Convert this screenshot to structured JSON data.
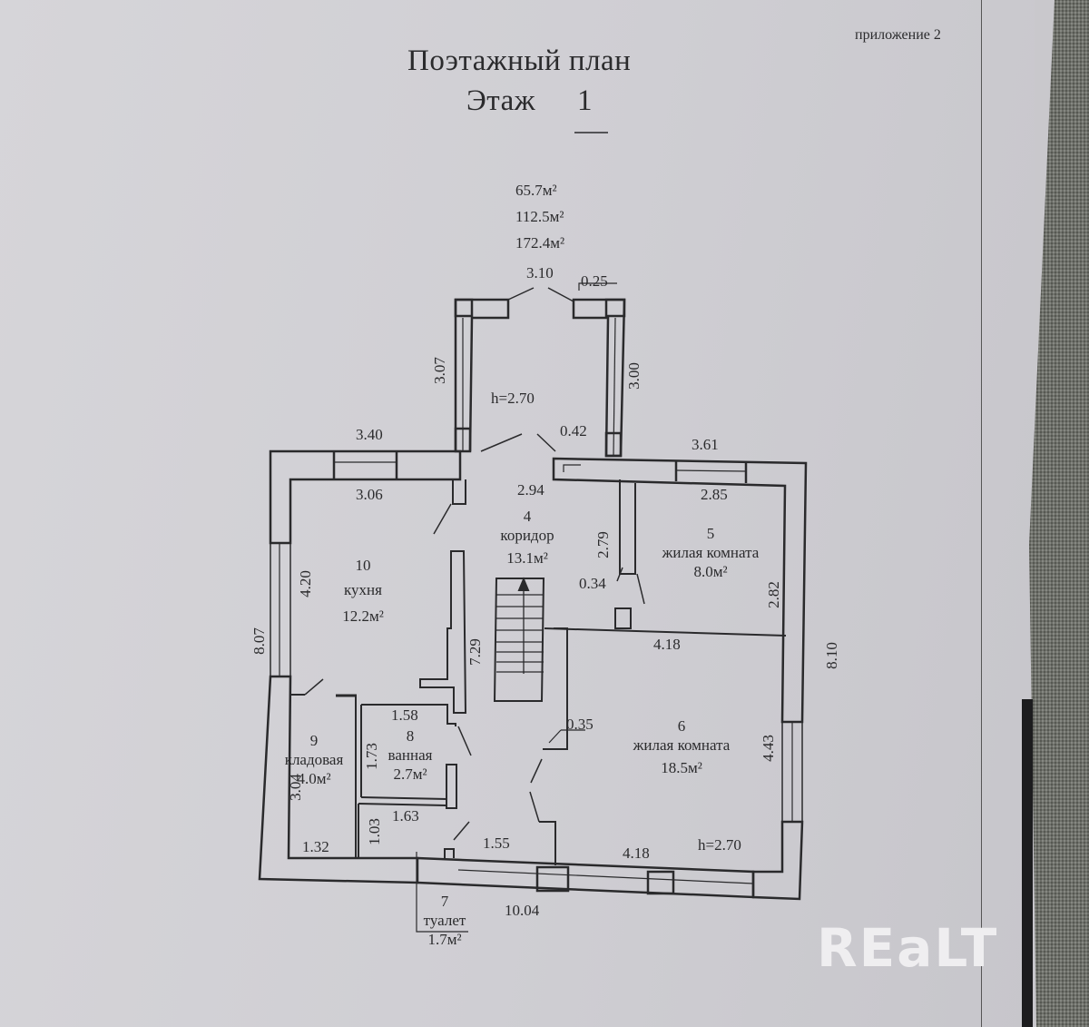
{
  "document": {
    "appendix": "приложение 2",
    "title": "Поэтажный план",
    "floor_label": "Этаж",
    "floor_number": "1"
  },
  "areas_summary": [
    {
      "value": "65.7",
      "unit": "м²"
    },
    {
      "value": "112.5",
      "unit": "м²"
    },
    {
      "value": "172.4",
      "unit": "м²"
    }
  ],
  "rooms": [
    {
      "number": "4",
      "name": "коридор",
      "area": "13.1м²"
    },
    {
      "number": "5",
      "name": "жилая комната",
      "area": "8.0м²"
    },
    {
      "number": "6",
      "name": "жилая комната",
      "area": "18.5м²"
    },
    {
      "number": "7",
      "name": "туалет",
      "area": "1.7м²"
    },
    {
      "number": "8",
      "name": "ванная",
      "area": "2.7м²"
    },
    {
      "number": "9",
      "name": "кладовая",
      "area": "4.0м²"
    },
    {
      "number": "10",
      "name": "кухня",
      "area": "12.2м²"
    }
  ],
  "heights": {
    "porch": "h=2.70",
    "room6": "h=2.70"
  },
  "dimensions": {
    "porch_top": "3.10",
    "porch_wall": "0.25",
    "porch_left": "3.07",
    "porch_right": "3.00",
    "porch_jamb": "0.42",
    "outer_top_left": "3.40",
    "outer_top_right": "3.61",
    "outer_left": "8.07",
    "outer_right": "8.10",
    "outer_bottom": "10.04",
    "kitchen_top": "3.06",
    "kitchen_left": "4.20",
    "corridor_top": "2.94",
    "corridor_height": "7.29",
    "room5_top": "2.85",
    "room5_left": "2.79",
    "room5_right": "2.82",
    "wall_034": "0.34",
    "room6_top": "4.18",
    "room6_bottom": "4.18",
    "room6_right": "4.43",
    "wall_035": "0.35",
    "bath_top": "1.58",
    "bath_left": "1.73",
    "storage_left": "3.04",
    "storage_bottom": "1.32",
    "wc_top": "1.63",
    "wc_left": "1.03",
    "corridor_bottom": "1.55"
  },
  "watermark": "REaLT"
}
